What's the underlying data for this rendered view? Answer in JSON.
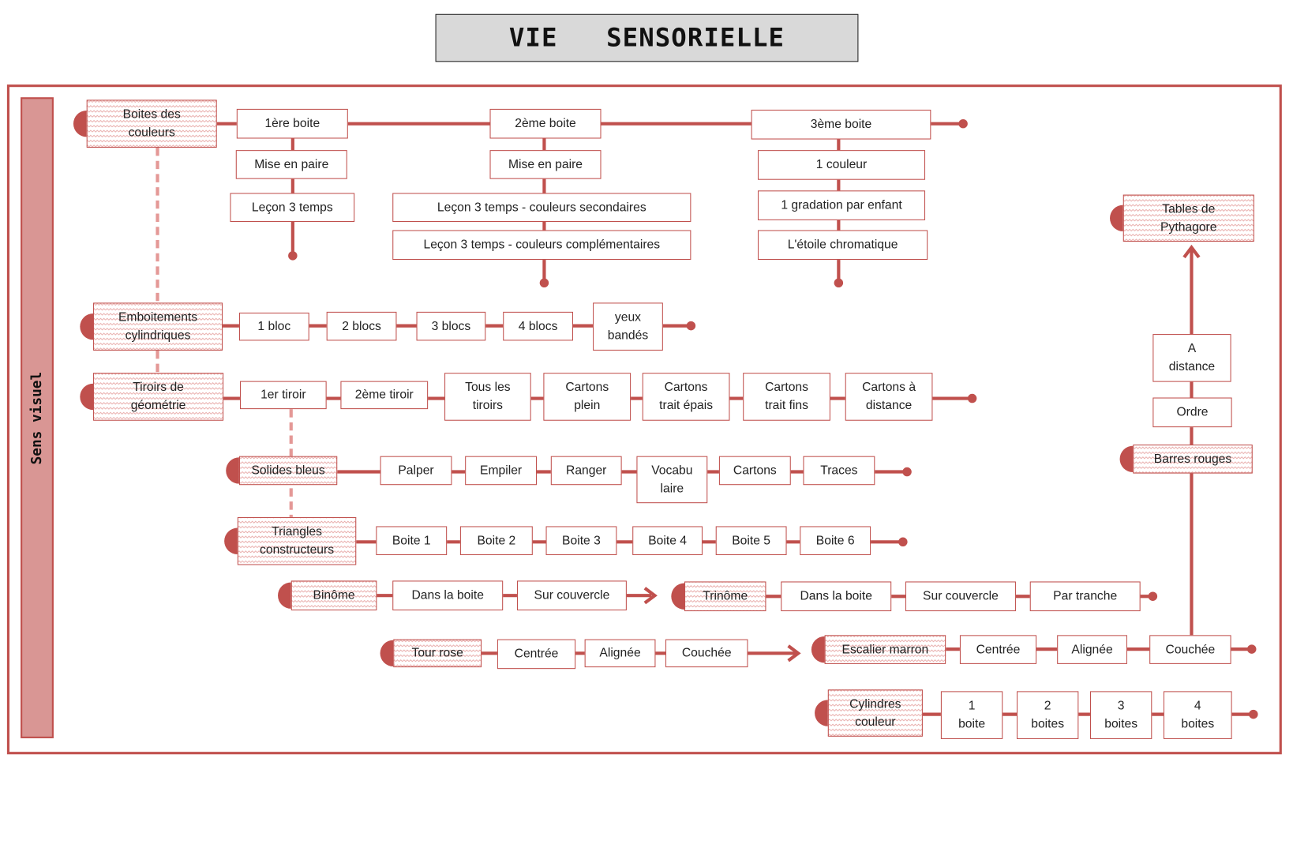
{
  "title": "VIE   SENSORIELLE",
  "side_label": "Sens visuel",
  "colors": {
    "accent": "#c0504d",
    "side_fill": "#d99694",
    "title_fill": "#d9d9d9"
  },
  "boites_couleurs": {
    "head": "Boites des\ncouleurs",
    "b1": {
      "label": "1ère boite",
      "items": [
        "Mise en paire",
        "Leçon 3 temps"
      ]
    },
    "b2": {
      "label": "2ème  boite",
      "items": [
        "Mise en paire",
        "Leçon 3 temps - couleurs secondaires",
        "Leçon 3 temps - couleurs complémentaires"
      ]
    },
    "b3": {
      "label": "3ème  boite",
      "items": [
        "1 couleur",
        "1 gradation par enfant",
        "L'étoile chromatique"
      ]
    }
  },
  "emboitements": {
    "head": "Emboitements\ncylindriques",
    "items": [
      "1 bloc",
      "2 blocs",
      "3 blocs",
      "4 blocs",
      "yeux\nbandés"
    ]
  },
  "tiroirs": {
    "head": "Tiroirs de\ngéométrie",
    "items": [
      "1er tiroir",
      "2ème  tiroir",
      "Tous les\ntiroirs",
      "Cartons\nplein",
      "Cartons\ntrait épais",
      "Cartons\ntrait fins",
      "Cartons à\ndistance"
    ]
  },
  "solides": {
    "head": "Solides bleus",
    "items": [
      "Palper",
      "Empiler",
      "Ranger",
      "Vocabu\nlaire",
      "Cartons",
      "Traces"
    ]
  },
  "triangles": {
    "head": "Triangles\nconstructeurs",
    "items": [
      "Boite 1",
      "Boite 2",
      "Boite 3",
      "Boite 4",
      "Boite 5",
      "Boite 6"
    ]
  },
  "binome": {
    "head": "Binôme",
    "items": [
      "Dans la boite",
      "Sur couvercle"
    ]
  },
  "trinome": {
    "head": "Trinôme",
    "items": [
      "Dans la boite",
      "Sur couvercle",
      "Par tranche"
    ]
  },
  "tour_rose": {
    "head": "Tour rose",
    "items": [
      "Centrée",
      "Alignée",
      "Couchée"
    ]
  },
  "escalier": {
    "head": "Escalier marron",
    "items": [
      "Centrée",
      "Alignée",
      "Couchée"
    ]
  },
  "cylindres": {
    "head": "Cylindres\ncouleur",
    "items": [
      "1\nboite",
      "2\nboites",
      "3\nboites",
      "4\nboites"
    ]
  },
  "barres": {
    "head": "Barres rouges",
    "items": [
      "Ordre",
      "A\ndistance"
    ]
  },
  "pythagore": {
    "head": "Tables de\nPythagore"
  }
}
